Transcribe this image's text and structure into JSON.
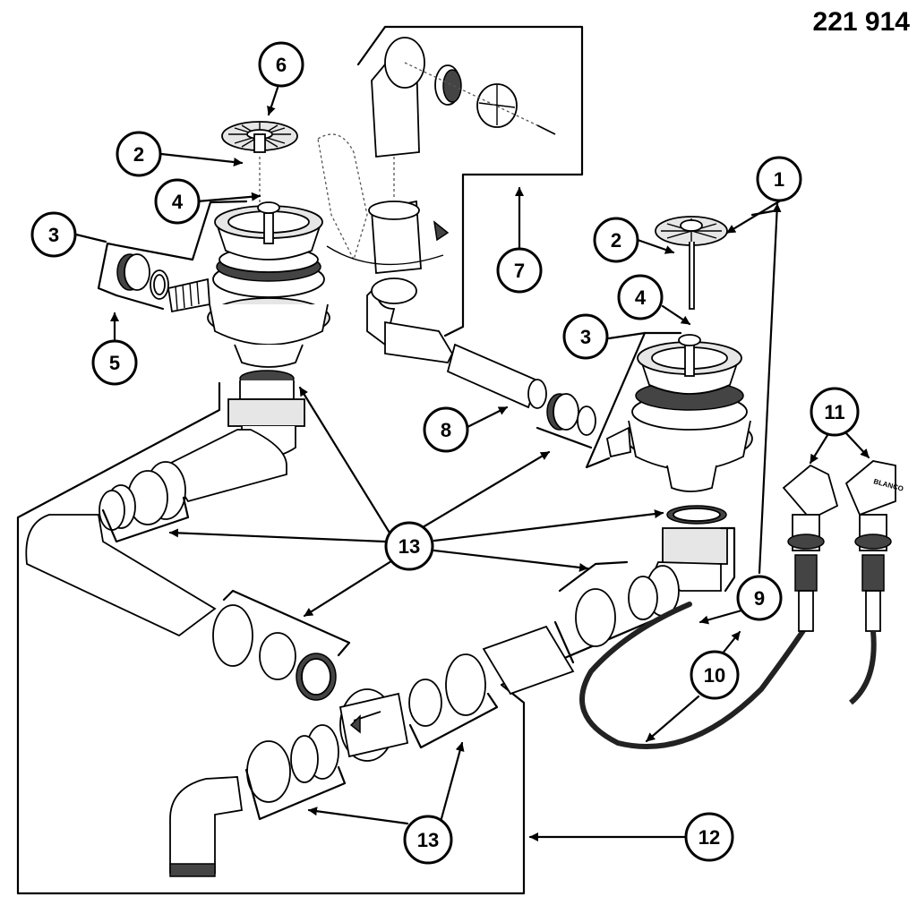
{
  "part_number": "221 914",
  "callouts": {
    "c1": "1",
    "c2a": "2",
    "c2b": "2",
    "c3a": "3",
    "c3b": "3",
    "c4a": "4",
    "c4b": "4",
    "c5": "5",
    "c6": "6",
    "c7": "7",
    "c8": "8",
    "c9": "9",
    "c10": "10",
    "c11": "11",
    "c12": "12",
    "c13a": "13",
    "c13b": "13"
  },
  "knob_brand": "BLANCO"
}
